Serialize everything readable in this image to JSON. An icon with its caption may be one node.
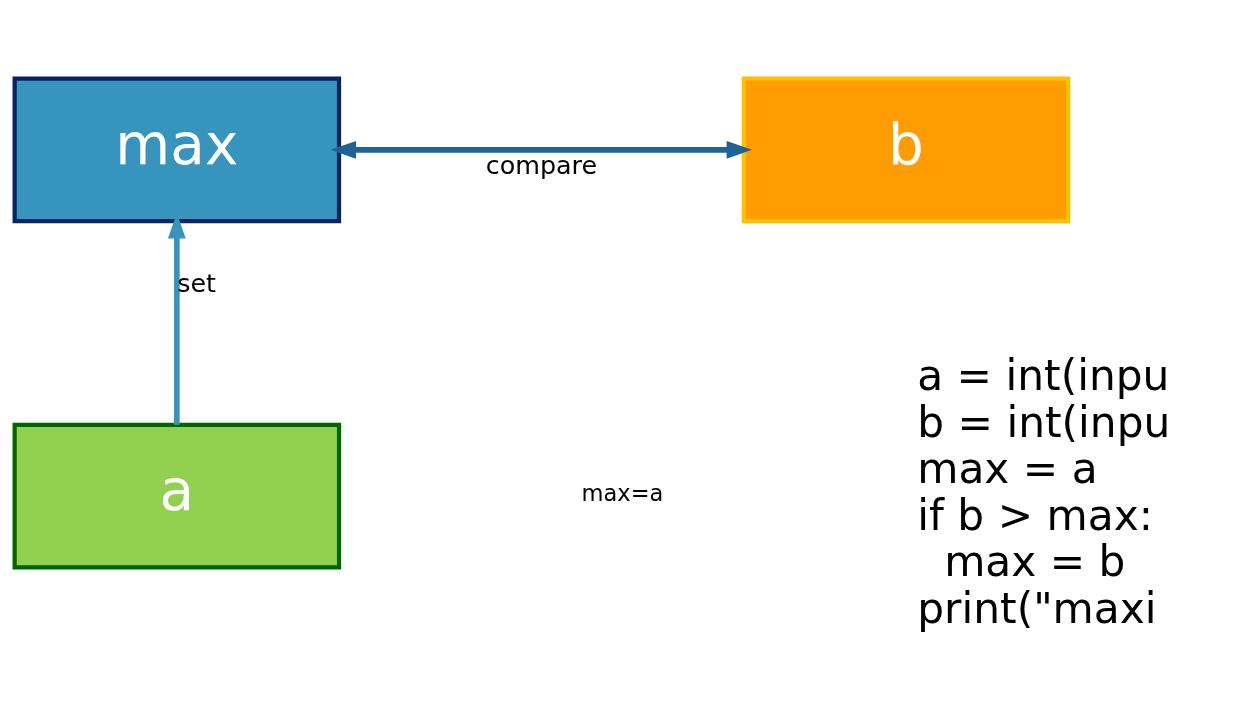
{
  "diagram": {
    "nodes": [
      {
        "text": [
          "max"
        ]
      },
      {
        "text": [
          "b"
        ]
      },
      {
        "text": [
          "a"
        ]
      }
    ],
    "edges": [
      {
        "from": 2,
        "to": 0,
        "arrow": "to",
        "label": "set",
        "color": "#3795bd"
      },
      {
        "from": 0,
        "to": 1,
        "arrow": "both",
        "label": "compare",
        "color": "#1f6394"
      }
    ],
    "labels": [
      "max=a",
      "a = int(inpu",
      "b = int(inpu",
      "max = a",
      "if b > max:",
      "   max = b",
      "print(\"maxi"
    ]
  }
}
